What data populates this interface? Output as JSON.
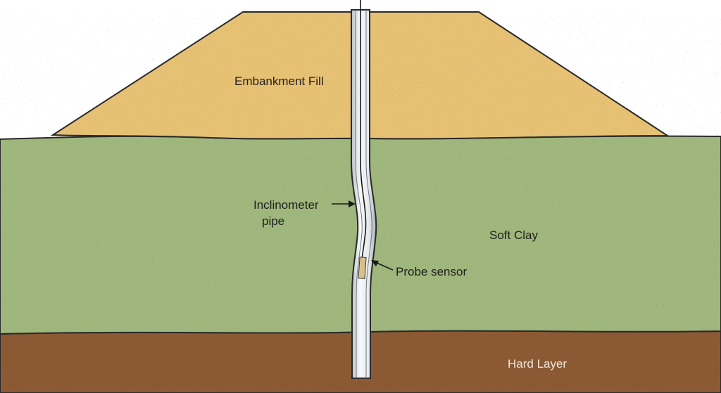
{
  "labels": {
    "embankment": "Embankment Fill",
    "pipe_line1": "Inclinometer",
    "pipe_line2": "pipe",
    "clay": "Soft Clay",
    "probe": "Probe sensor",
    "hard": "Hard Layer"
  },
  "colors": {
    "fill": "#e6c174",
    "clay": "#9fb67c",
    "hard": "#8b5a34",
    "pipe": "#e8ecef"
  }
}
